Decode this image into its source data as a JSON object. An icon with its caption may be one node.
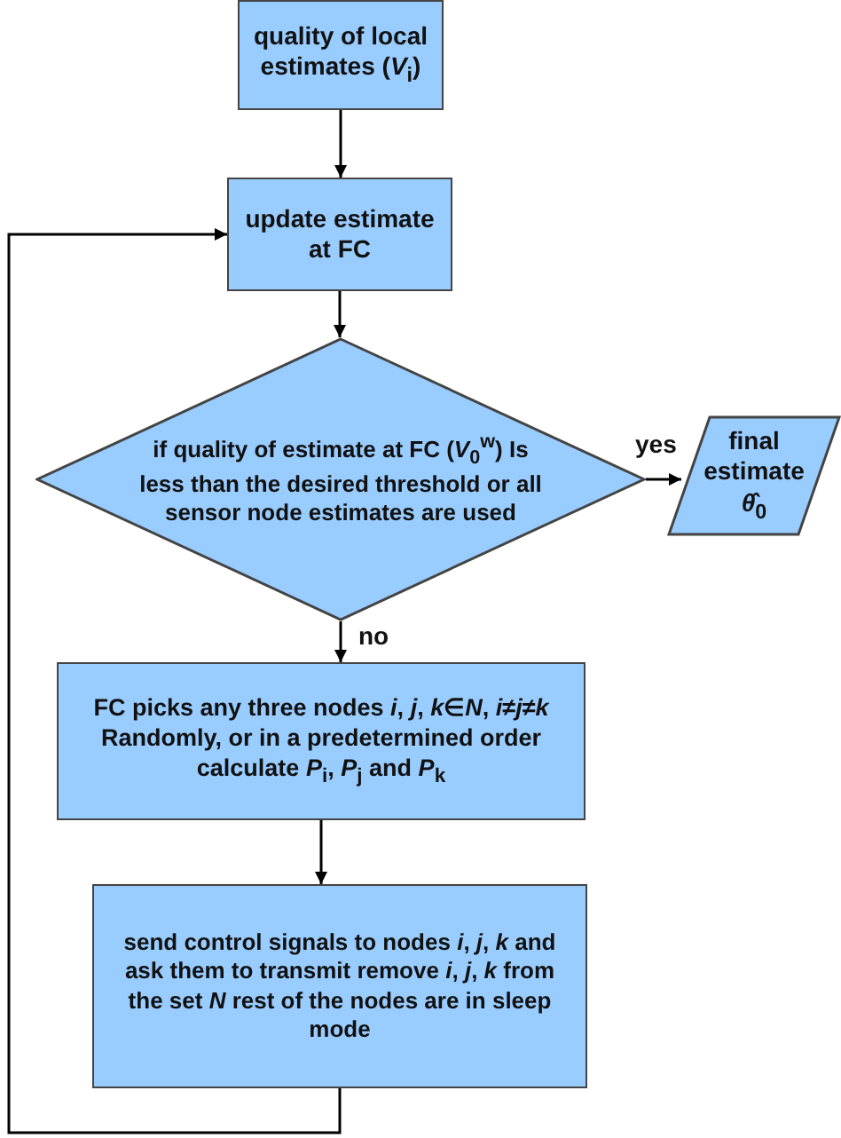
{
  "diagram": {
    "nodes": [
      {
        "text": [
          "quality of local estimates (*V*$_{i}$)"
        ]
      },
      {
        "text": [
          "update estimate at FC"
        ]
      },
      {
        "text": [
          "if quality of estimate at FC (*V*$_{0}$$^{w}$) Is less than the desired threshold or all sensor node estimates are used"
        ]
      },
      {
        "text": [
          "final estimate *θ̂*$_{0}$"
        ]
      },
      {
        "text": [
          "FC picks any three nodes *i*, *j*, *k*∈*N*, *i*≠*j*≠*k* Randomly, or in a predetermined order calculate *P*$_{i}$,  *P*$_{j}$ and *P*$_{k}$"
        ]
      },
      {
        "text": [
          "send control signals to nodes *i*, *j*, *k* and ask them  to transmit remove  *i*, *j*, *k* from the set *N* rest of the nodes are in sleep mode"
        ]
      }
    ],
    "edges": [
      {
        "from": 0,
        "to": 1,
        "arrow": "to"
      },
      {
        "from": 1,
        "to": 2,
        "arrow": "to"
      },
      {
        "from": 2,
        "to": 3,
        "arrow": "to",
        "label": "yes"
      },
      {
        "from": 2,
        "to": 4,
        "arrow": "to",
        "label": "no"
      },
      {
        "from": 4,
        "to": 5,
        "arrow": "to"
      },
      {
        "from": 5,
        "to": 1,
        "arrow": "to"
      }
    ]
  }
}
